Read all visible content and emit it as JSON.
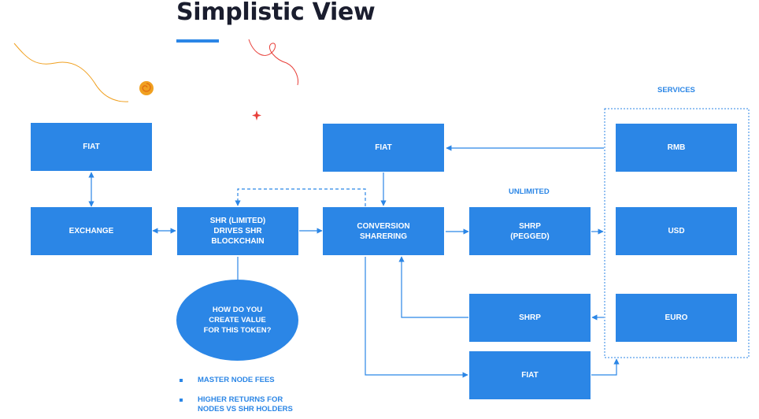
{
  "header": {
    "title": "Simplistic View"
  },
  "labels": {
    "services": "SERVICES",
    "unlimited": "UNLIMITED"
  },
  "boxes": {
    "fiat_left": "FIAT",
    "exchange": "EXCHANGE",
    "shr_limited": "SHR (LIMITED)\nDRIVES SHR\nBLOCKCHAIN",
    "fiat_center": "FIAT",
    "conversion": "CONVERSION\nSHARERING",
    "shrp_pegged": "SHRP\n(PEGGED)",
    "shrp": "SHRP",
    "fiat_bottom": "FIAT",
    "rmb": "RMB",
    "usd": "USD",
    "euro": "EURO"
  },
  "question": "HOW DO YOU\nCREATE VALUE\nFOR THIS TOKEN?",
  "bullets": [
    "MASTER NODE FEES",
    "HIGHER RETURNS FOR\nNODES VS SHR HOLDERS"
  ],
  "colors": {
    "primary": "#2b86e6",
    "title": "#1a1d2e",
    "squiggle_orange": "#f0a020",
    "squiggle_red": "#e8403a"
  }
}
